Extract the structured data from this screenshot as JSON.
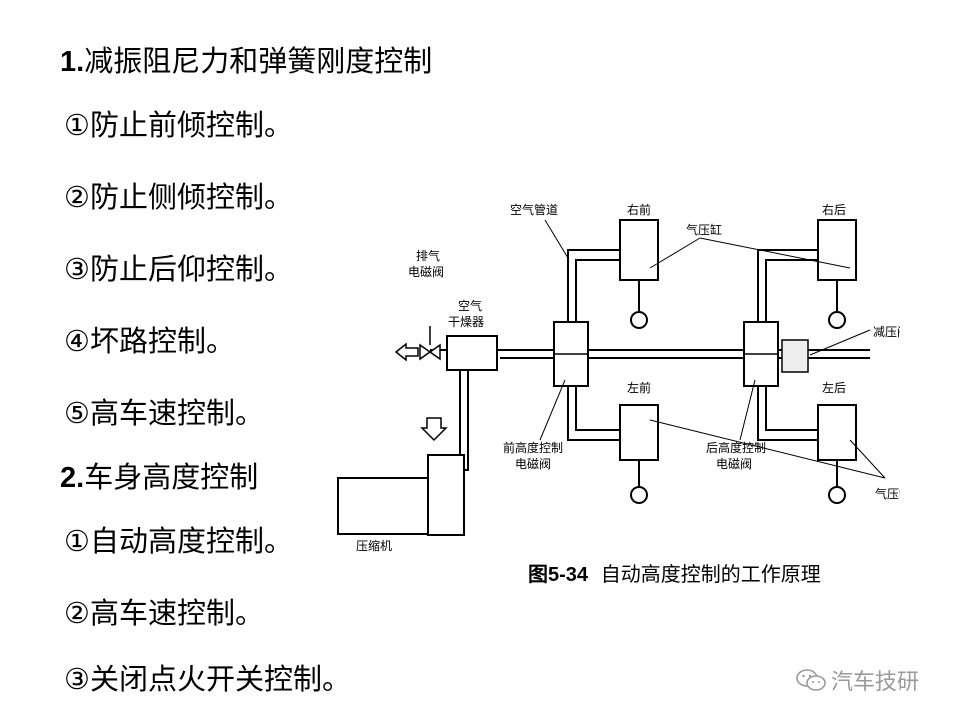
{
  "section1": {
    "num": "1.",
    "title": "减振阻尼力和弹簧刚度控制"
  },
  "section1_items": [
    "①防止前倾控制。",
    "②防止侧倾控制。",
    "③防止后仰控制。",
    "④坏路控制。",
    "⑤高车速控制。"
  ],
  "section2": {
    "num": "2.",
    "title": "车身高度控制"
  },
  "section2_items": [
    "①自动高度控制。",
    "②高车速控制。",
    "③关闭点火开关控制。"
  ],
  "diagram": {
    "labels": {
      "air_pipe": "空气管道",
      "right_front": "右前",
      "cylinder": "气压缸",
      "right_rear": "右后",
      "exhaust_valve_1": "排气",
      "exhaust_valve_2": "电磁阀",
      "dryer_1": "空气",
      "dryer_2": "干燥器",
      "pressure_reducing_valve": "减压阀",
      "left_front": "左前",
      "left_rear": "左后",
      "front_valve_1": "前高度控制",
      "front_valve_2": "电磁阀",
      "rear_valve_1": "后高度控制",
      "rear_valve_2": "电磁阀",
      "cylinder_bottom": "气压缸",
      "compressor": "压缩机"
    }
  },
  "caption": {
    "fig": "图5-34",
    "text": "自动高度控制的工作原理"
  },
  "watermark": {
    "text": "汽车技研",
    "icon": "wechat-icon"
  }
}
